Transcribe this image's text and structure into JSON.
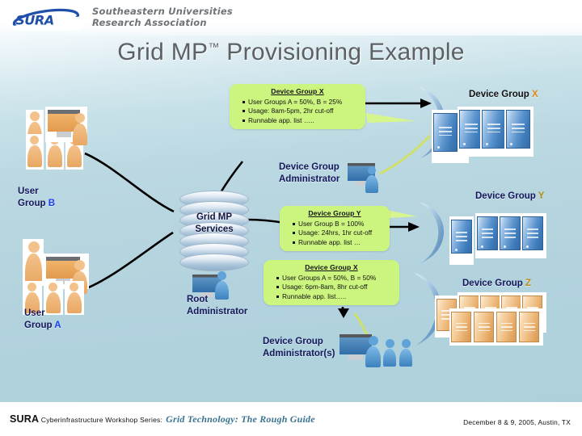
{
  "logo": {
    "mark_text": "SURA",
    "name_line1": "Southeastern Universities",
    "name_line2": "Research Association"
  },
  "title": {
    "before": "Grid MP",
    "tm": "™",
    "after": " Provisioning Example"
  },
  "callouts": [
    {
      "id": "callout-device-group-x-top",
      "header": "Device Group X",
      "bullets": [
        "User Groups A = 50%, B = 25%",
        "Usage: 8am-5pm, 2hr cut-off",
        "Runnable app. list ….."
      ]
    },
    {
      "id": "callout-device-group-y",
      "header": "Device Group Y",
      "bullets": [
        "User Group B = 100%",
        "Usage: 24hrs, 1hr cut-off",
        "Runnable app. list …"
      ]
    },
    {
      "id": "callout-device-group-x-bottom",
      "header": "Device Group X",
      "bullets": [
        "User Groups A = 50%, B = 50%",
        "Usage: 6pm-8am, 8hr cut-off",
        "Runnable app. list….."
      ]
    }
  ],
  "labels": {
    "user_group_b": {
      "line1": "User",
      "line2_prefix": "Group ",
      "line2_accent": "B"
    },
    "user_group_a": {
      "line1": "User",
      "line2_prefix": "Group ",
      "line2_accent": "A"
    },
    "grid_mp_services": {
      "line1": "Grid MP",
      "line2": "Services"
    },
    "device_group_administrator": {
      "line1": "Device Group",
      "line2": "Administrator"
    },
    "root_administrator": {
      "line1": "Root",
      "line2": "Administrator"
    },
    "device_group_administrators": {
      "line1": "Device Group",
      "line2": "Administrator(s)"
    },
    "device_group_x": {
      "prefix": "Device Group ",
      "accent": "X"
    },
    "device_group_y": {
      "prefix": "Device Group ",
      "accent": "Y"
    },
    "device_group_z": {
      "prefix": "Device Group ",
      "accent": "Z"
    }
  },
  "footer": {
    "sura": "SURA",
    "series": " Cyberinfrastructure Workshop Series:",
    "talk_title": "Grid Technology: The Rough Guide",
    "date_place": "December 8 & 9, 2005, Austin, TX"
  },
  "colors": {
    "callout_bg": "#ccf57f",
    "accent_orange": "#e08a14",
    "label_navy": "#15175c",
    "accent_blue": "#1b3df0",
    "footer_teal": "#3a7391",
    "background_top": "#ffffff",
    "background_bottom": "#acd0db"
  }
}
